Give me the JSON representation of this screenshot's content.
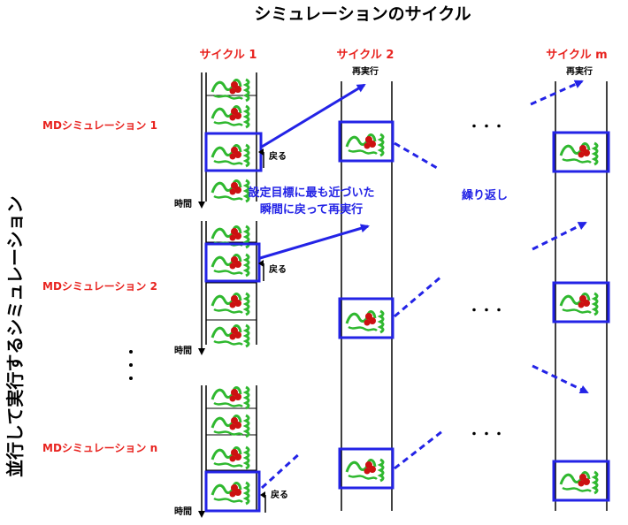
{
  "title": "シミュレーションのサイクル",
  "side_label": "並行して実行するシミュレーション",
  "cycles": [
    "サイクル 1",
    "サイクル 2",
    "サイクル m"
  ],
  "simulations": [
    "MDシミュレーション 1",
    "MDシミュレーション 2",
    "MDシミュレーション n"
  ],
  "labels": {
    "rerun": "再実行",
    "back": "戻る",
    "time": "時間",
    "annotation_line1": "設定目標に最も近づいた",
    "annotation_line2": "瞬間に戻って再実行",
    "repeat": "繰り返し",
    "ellipsis_h": "・・・",
    "ellipsis_v": "・\n・\n・"
  },
  "colors": {
    "accent_blue": "#2323e6",
    "label_red": "#e8231f",
    "protein_green": "#2fb82f",
    "protein_red": "#cc1111"
  }
}
